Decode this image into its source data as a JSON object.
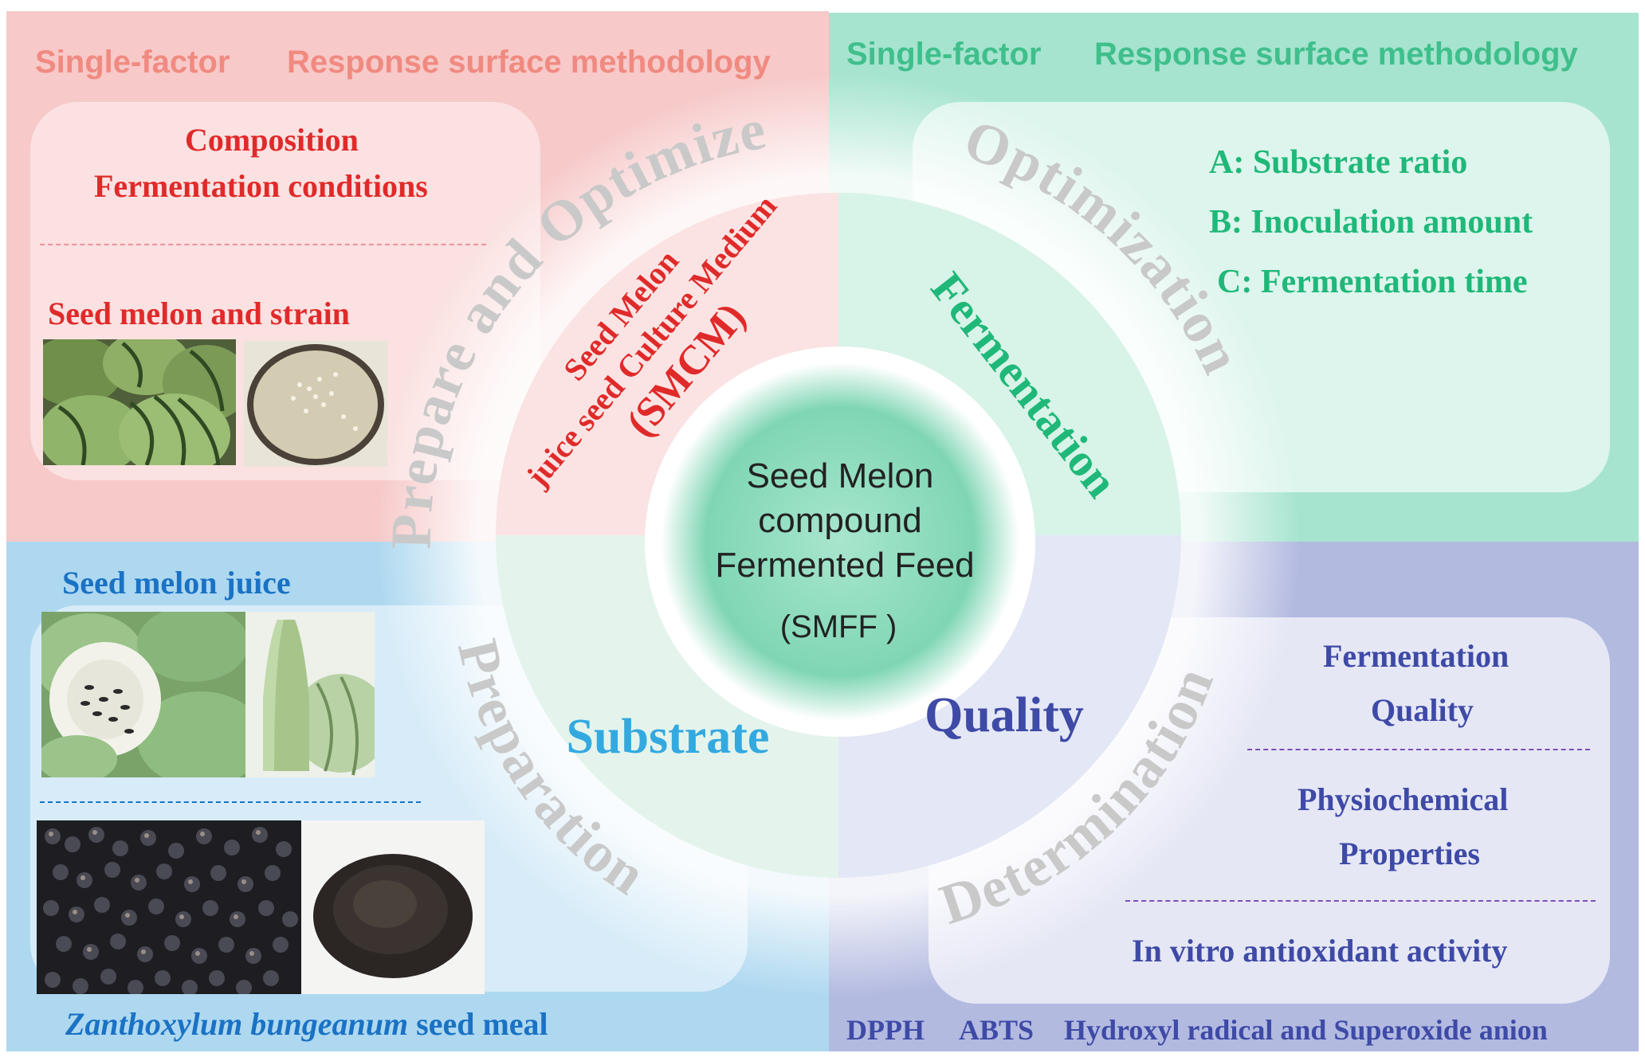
{
  "colors": {
    "red_text": "#e02a2a",
    "salmon_text": "#f08a80",
    "green_text": "#1fb879",
    "light_green_text": "#3fbf8c",
    "blue_text": "#1a72c4",
    "light_blue_text": "#33a9e0",
    "purple_text": "#3e4aa6",
    "grey_arc_text": "#c8c8c8",
    "center_text": "#222222"
  },
  "top_left": {
    "methods": {
      "single_factor": "Single-factor",
      "rsm": "Response surface methodology"
    },
    "composition": "Composition",
    "conditions": "Fermentation conditions",
    "seed_melon_strain": "Seed melon and strain"
  },
  "top_right": {
    "methods": {
      "single_factor": "Single-factor",
      "rsm": "Response surface methodology"
    },
    "factors": [
      "A: Substrate ratio",
      "B: Inoculation amount",
      "C: Fermentation time"
    ]
  },
  "bottom_left": {
    "seed_melon_juice": "Seed melon juice",
    "seed_meal_italic": "Zanthoxylum bungeanum",
    "seed_meal_rest": " seed meal"
  },
  "bottom_right": {
    "fermentation_quality": [
      "Fermentation",
      "Quality"
    ],
    "physiochemical": [
      "Physiochemical",
      "Properties"
    ],
    "antioxidant": "In vitro antioxidant activity",
    "assays": {
      "dpph": "DPPH",
      "abts": "ABTS",
      "radicals": "Hydroxyl radical and Superoxide anion"
    }
  },
  "arcs": {
    "prepare_optimize": "Prepare and Optimize",
    "optimization": "Optimization",
    "preparation": "Preparation",
    "determination": "Determination"
  },
  "inner": {
    "smcm": [
      "Seed Melon",
      "juice seed Culture Medium",
      "(SMCM)"
    ],
    "fermentation": "Fermentation",
    "substrate": "Substrate",
    "quality": "Quality"
  },
  "center": {
    "lines": [
      "Seed Melon",
      "compound",
      "Fermented Feed"
    ],
    "abbr": "(SMFF )"
  },
  "icons": [
    "watermelon-photo",
    "petri-dish-photo",
    "melon-juice-photo",
    "seed-meal-photo"
  ]
}
